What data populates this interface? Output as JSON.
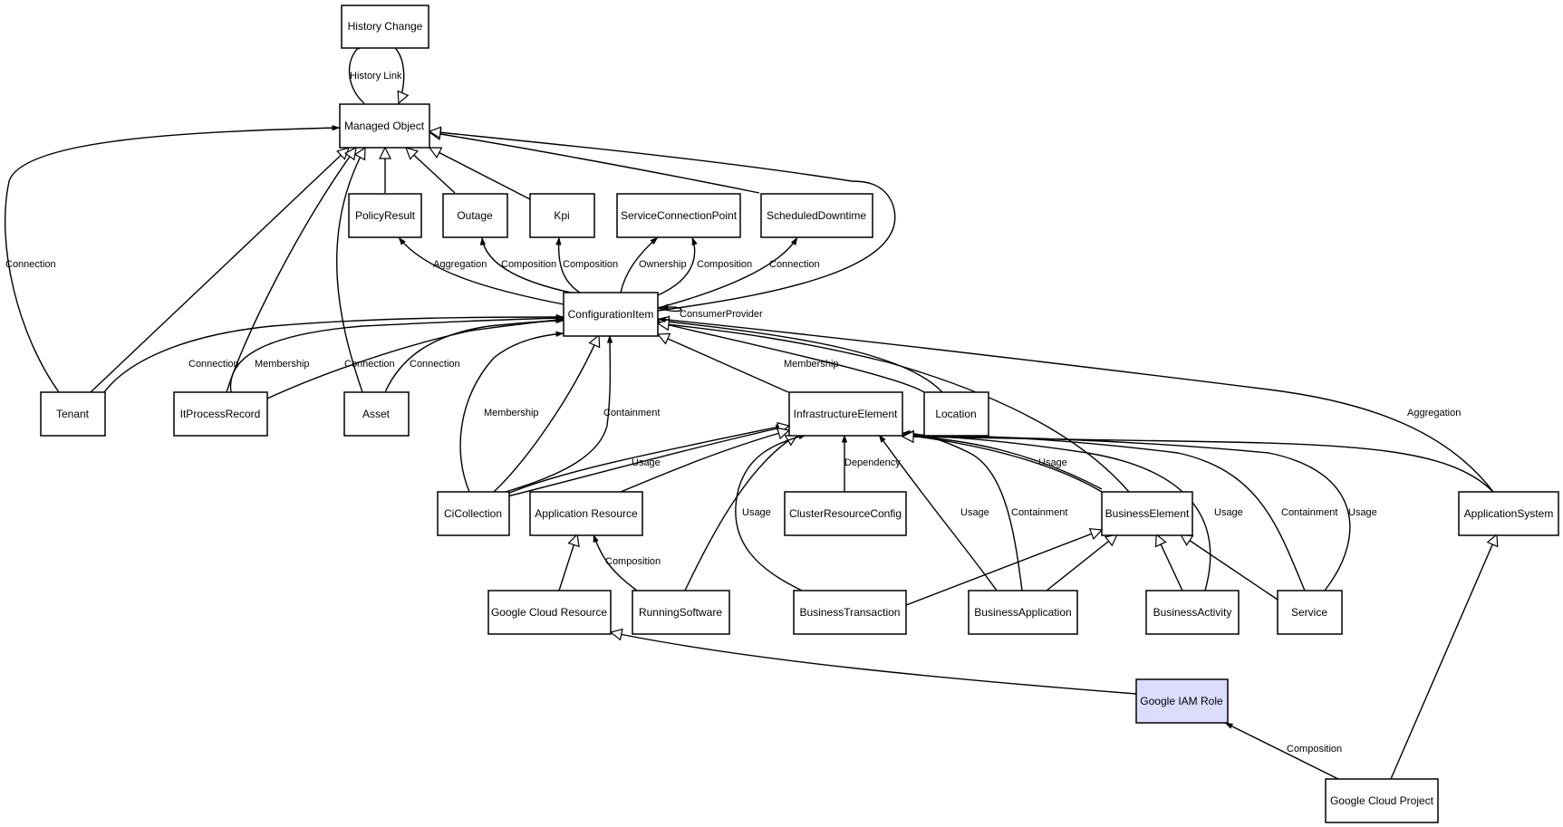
{
  "nodes": [
    {
      "id": "history_change",
      "label": "History Change"
    },
    {
      "id": "managed_object",
      "label": "Managed Object"
    },
    {
      "id": "policy_result",
      "label": "PolicyResult"
    },
    {
      "id": "outage",
      "label": "Outage"
    },
    {
      "id": "kpi",
      "label": "Kpi"
    },
    {
      "id": "service_connection_point",
      "label": "ServiceConnectionPoint"
    },
    {
      "id": "scheduled_downtime",
      "label": "ScheduledDowntime"
    },
    {
      "id": "configuration_item",
      "label": "ConfigurationItem"
    },
    {
      "id": "tenant",
      "label": "Tenant"
    },
    {
      "id": "it_process_record",
      "label": "ItProcessRecord"
    },
    {
      "id": "asset",
      "label": "Asset"
    },
    {
      "id": "infrastructure_element",
      "label": "InfrastructureElement"
    },
    {
      "id": "location",
      "label": "Location"
    },
    {
      "id": "ci_collection",
      "label": "CiCollection"
    },
    {
      "id": "application_resource",
      "label": "Application Resource"
    },
    {
      "id": "cluster_resource_config",
      "label": "ClusterResourceConfig"
    },
    {
      "id": "business_element",
      "label": "BusinessElement"
    },
    {
      "id": "application_system",
      "label": "ApplicationSystem"
    },
    {
      "id": "google_cloud_resource",
      "label": "Google Cloud Resource"
    },
    {
      "id": "running_software",
      "label": "RunningSoftware"
    },
    {
      "id": "business_transaction",
      "label": "BusinessTransaction"
    },
    {
      "id": "business_application",
      "label": "BusinessApplication"
    },
    {
      "id": "business_activity",
      "label": "BusinessActivity"
    },
    {
      "id": "service",
      "label": "Service"
    },
    {
      "id": "google_iam_role",
      "label": "Google IAM Role",
      "highlight_color": "#dcdcff"
    },
    {
      "id": "google_cloud_project",
      "label": "Google Cloud Project"
    }
  ],
  "edges": [
    {
      "id": "history_link",
      "label": "History Link"
    },
    {
      "id": "tenant_mo_connection",
      "label": "Connection"
    },
    {
      "id": "ci_policy_aggregation",
      "label": "Aggregation"
    },
    {
      "id": "ci_outage_composition",
      "label": "Composition"
    },
    {
      "id": "ci_kpi_composition",
      "label": "Composition"
    },
    {
      "id": "ci_scp_ownership",
      "label": "Ownership"
    },
    {
      "id": "ci_scp_composition",
      "label": "Composition"
    },
    {
      "id": "ci_sd_connection",
      "label": "Connection"
    },
    {
      "id": "ci_consumer_provider",
      "label": "ConsumerProvider"
    },
    {
      "id": "tenant_ci_connection",
      "label": "Connection"
    },
    {
      "id": "ipr_ci_membership",
      "label": "Membership"
    },
    {
      "id": "ipr_ci_connection",
      "label": "Connection"
    },
    {
      "id": "asset_ci_connection",
      "label": "Connection"
    },
    {
      "id": "location_ci_membership",
      "label": "Membership"
    },
    {
      "id": "cicoll_ci_membership",
      "label": "Membership"
    },
    {
      "id": "cicoll_ci_containment",
      "label": "Containment"
    },
    {
      "id": "appsys_ci_aggregation",
      "label": "Aggregation"
    },
    {
      "id": "cicoll_ie_usage",
      "label": "Usage"
    },
    {
      "id": "crc_ie_dependency",
      "label": "Dependency"
    },
    {
      "id": "bt_ie_usage",
      "label": "Usage"
    },
    {
      "id": "ba_ie_usage",
      "label": "Usage"
    },
    {
      "id": "ba_ie_containment",
      "label": "Containment"
    },
    {
      "id": "be_ie_usage",
      "label": "Usage"
    },
    {
      "id": "bact_ie_usage",
      "label": "Usage"
    },
    {
      "id": "svc_ie_containment",
      "label": "Containment"
    },
    {
      "id": "svc_ie_usage",
      "label": "Usage"
    },
    {
      "id": "rs_ar_composition",
      "label": "Composition"
    },
    {
      "id": "gcp_iam_composition",
      "label": "Composition"
    }
  ]
}
